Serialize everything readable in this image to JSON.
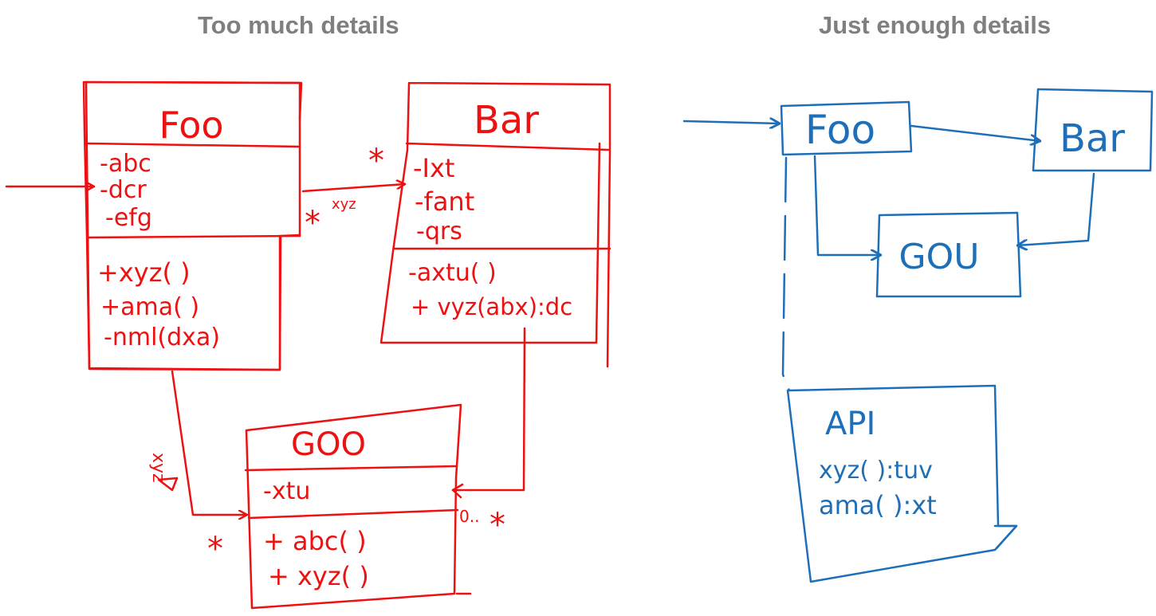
{
  "headings": {
    "left": "Too much details",
    "right": "Just enough details"
  },
  "colors": {
    "heading": "#7f7f7f",
    "detailed": "#ee1111",
    "simple": "#1f6fb8"
  },
  "detailed": {
    "foo": {
      "name": "Foo",
      "attributes": [
        "-abc",
        "-dcr",
        "-efg"
      ],
      "methods": [
        "+xyz( )",
        "+ama( )",
        "-nml(dxa)"
      ]
    },
    "bar": {
      "name": "Bar",
      "attributes": [
        "-Ixt",
        "-fant",
        "-qrs"
      ],
      "methods": [
        "-axtu( )",
        "+ vyz(abx):dc"
      ]
    },
    "goo": {
      "name": "GOO",
      "attributes": [
        "-xtu"
      ],
      "methods": [
        "+ abc( )",
        "+ xyz( )"
      ]
    },
    "labels": {
      "foo_bar_mult": "*",
      "foo_bar_role": "xyz",
      "foo_bar_mult2": "*",
      "foo_goo_role": "xyz",
      "foo_goo_mult": "*",
      "bar_goo_role": "0..",
      "bar_goo_mult": "*"
    }
  },
  "simple": {
    "foo": "Foo",
    "bar": "Bar",
    "goo": "GOU",
    "note": {
      "title": "API",
      "lines": [
        "xyz( ):tuv",
        "ama( ):xt"
      ]
    }
  }
}
